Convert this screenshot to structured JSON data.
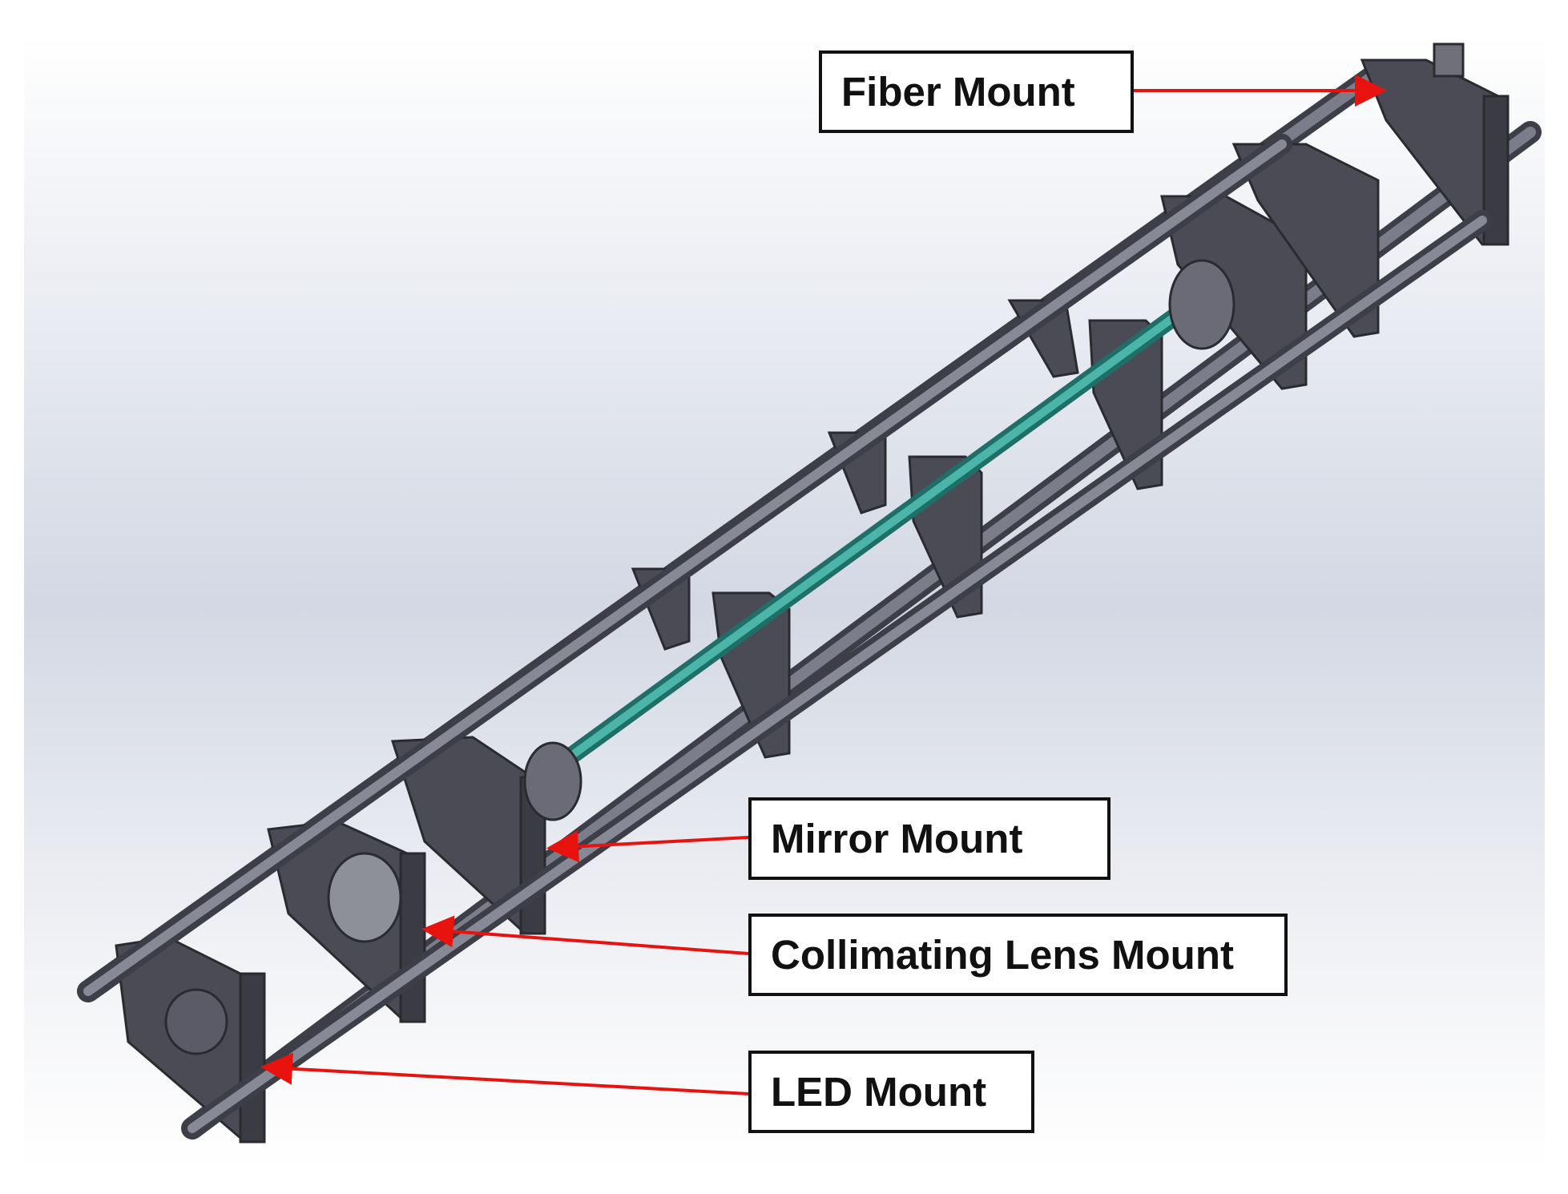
{
  "labels": {
    "fiber_mount": "Fiber Mount",
    "mirror_mount": "Mirror Mount",
    "collimating_lens_mount": "Collimating Lens Mount",
    "led_mount": "LED Mount"
  },
  "colors": {
    "rod": "#5f6170",
    "plate": "#4a4b55",
    "tube": "#3fa39a",
    "arrow": "#e8120f",
    "background_top": "#ffffff",
    "background_mid": "#d3d8e4"
  }
}
